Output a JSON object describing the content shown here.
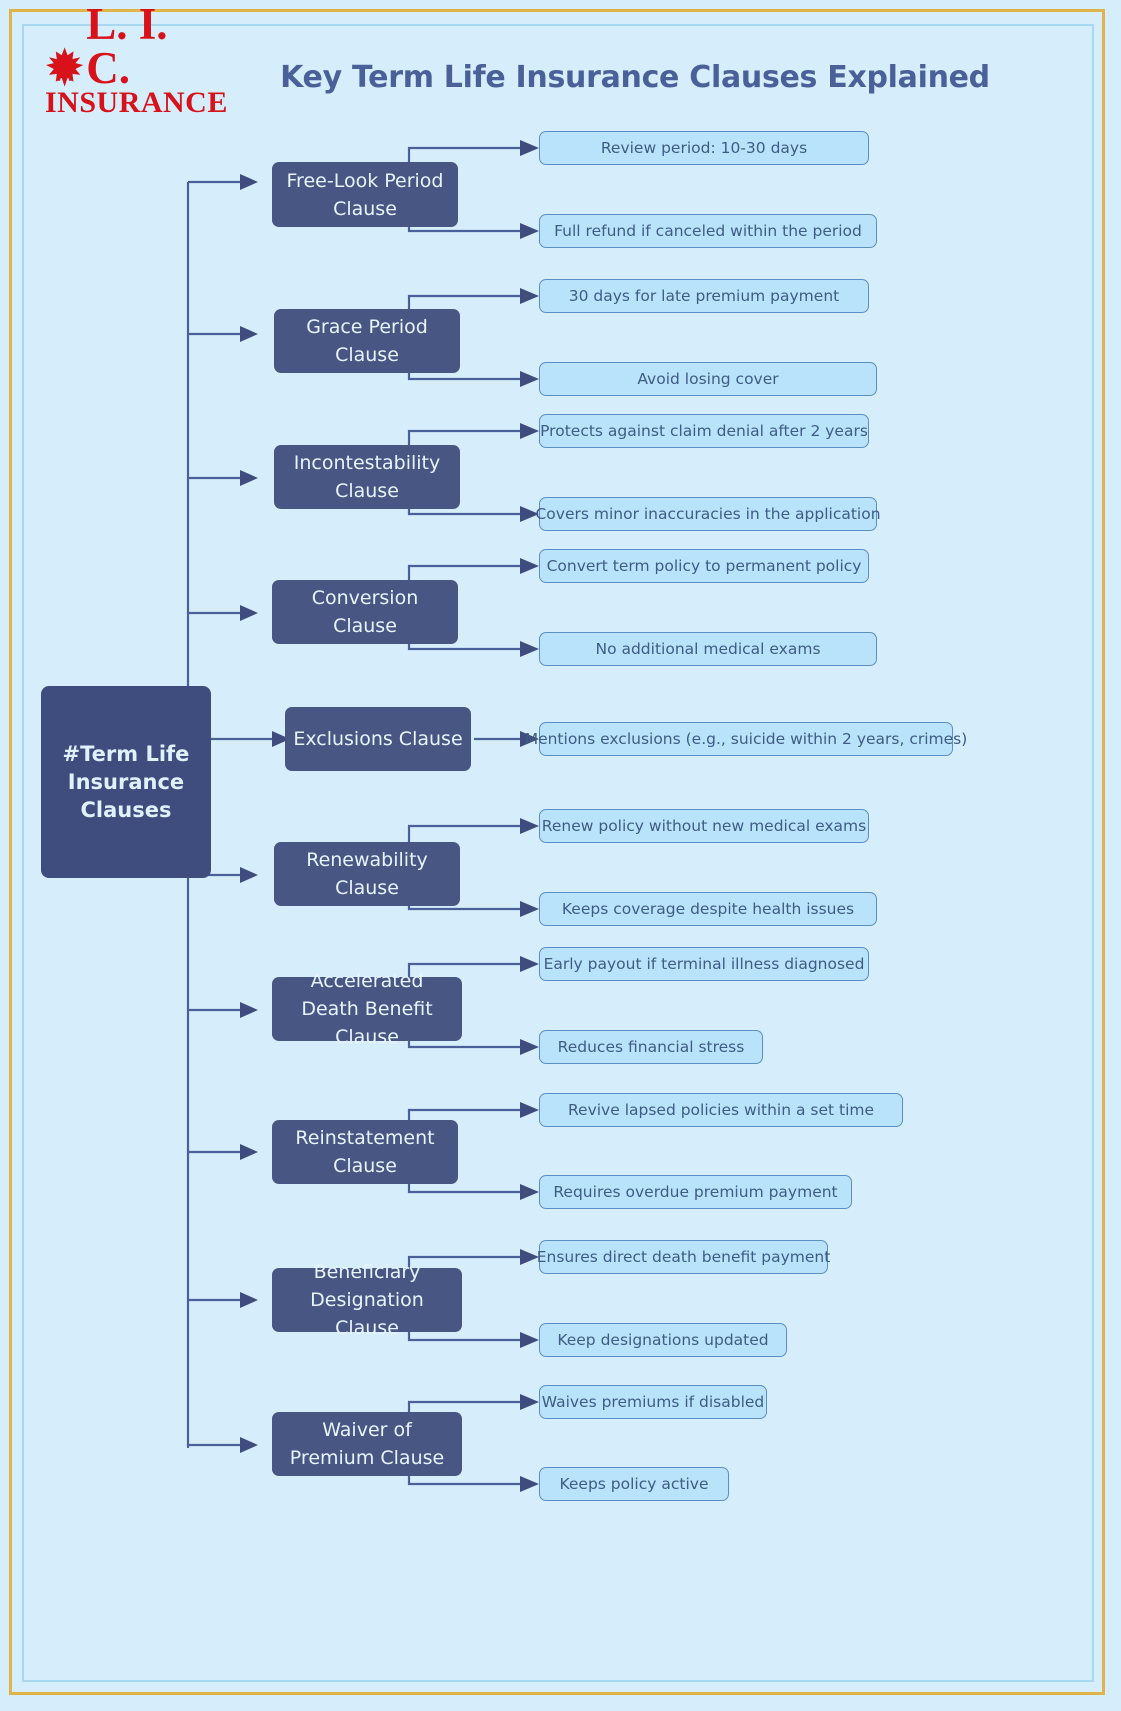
{
  "meta": {
    "background_color": "#d6edfc",
    "frame_color": "#e0b44a",
    "node_color": "#485684",
    "root_node_color": "#3e4c7e",
    "detail_box_color": "#b9e3fa",
    "detail_border_color": "#5b8fc4",
    "title_color": "#4a6098",
    "logo_color": "#d8121a"
  },
  "logo": {
    "line1": "L. I. C.",
    "line2": "INSURANCE",
    "icon": "maple-leaf-icon"
  },
  "header": {
    "title": "Key Term Life Insurance Clauses Explained"
  },
  "root": {
    "label": "#Term Life Insurance Clauses"
  },
  "clauses": [
    {
      "label": "Free-Look Period Clause",
      "details": [
        "Review period: 10-30 days",
        "Full refund if canceled within the period"
      ]
    },
    {
      "label": "Grace Period Clause",
      "details": [
        "30 days for late premium payment",
        "Avoid losing cover"
      ]
    },
    {
      "label": "Incontestability Clause",
      "details": [
        "Protects against claim denial after 2 years",
        "Covers minor inaccuracies in the application"
      ]
    },
    {
      "label": "Conversion Clause",
      "details": [
        "Convert term policy to permanent policy",
        "No additional medical exams"
      ]
    },
    {
      "label": "Exclusions Clause",
      "details": [
        "Mentions exclusions (e.g., suicide within 2 years, crimes)"
      ]
    },
    {
      "label": "Renewability Clause",
      "details": [
        "Renew policy without new medical exams",
        "Keeps coverage despite health issues"
      ]
    },
    {
      "label": "Accelerated Death Benefit Clause",
      "details": [
        "Early payout if terminal illness diagnosed",
        "Reduces financial stress"
      ]
    },
    {
      "label": "Reinstatement Clause",
      "details": [
        "Revive lapsed policies within a set time",
        "Requires overdue premium payment"
      ]
    },
    {
      "label": "Beneficiary Designation Clause",
      "details": [
        "Ensures direct death benefit payment",
        "Keep designations updated"
      ]
    },
    {
      "label": "Waiver of Premium Clause",
      "details": [
        "Waives premiums if disabled",
        "Keeps policy active"
      ]
    }
  ]
}
